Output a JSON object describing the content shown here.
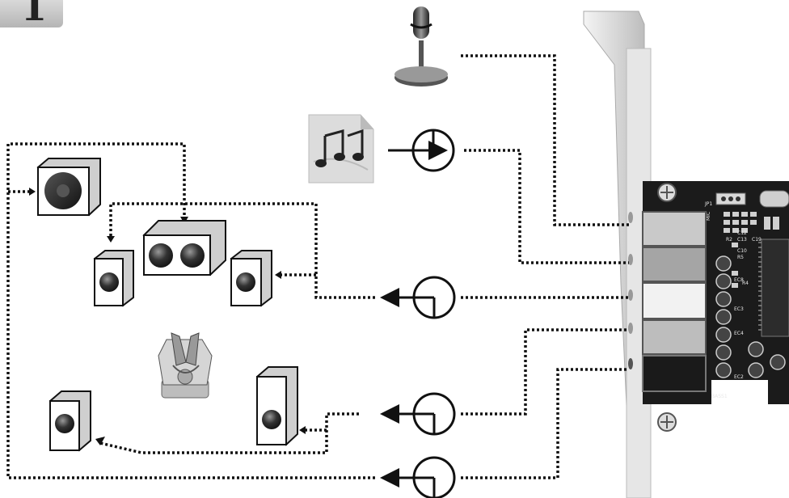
{
  "page": {
    "corner_label": "1"
  },
  "card": {
    "labels": [
      "MIC",
      "R2",
      "C13",
      "C19",
      "C12",
      "C10",
      "R5",
      "R4",
      "EC8",
      "EC3",
      "EC4",
      "EC2",
      "BASS1",
      "JP1"
    ]
  },
  "icons": {
    "microphone": "microphone-icon",
    "music_file": "music-file-icon",
    "listener": "listener-icon"
  }
}
